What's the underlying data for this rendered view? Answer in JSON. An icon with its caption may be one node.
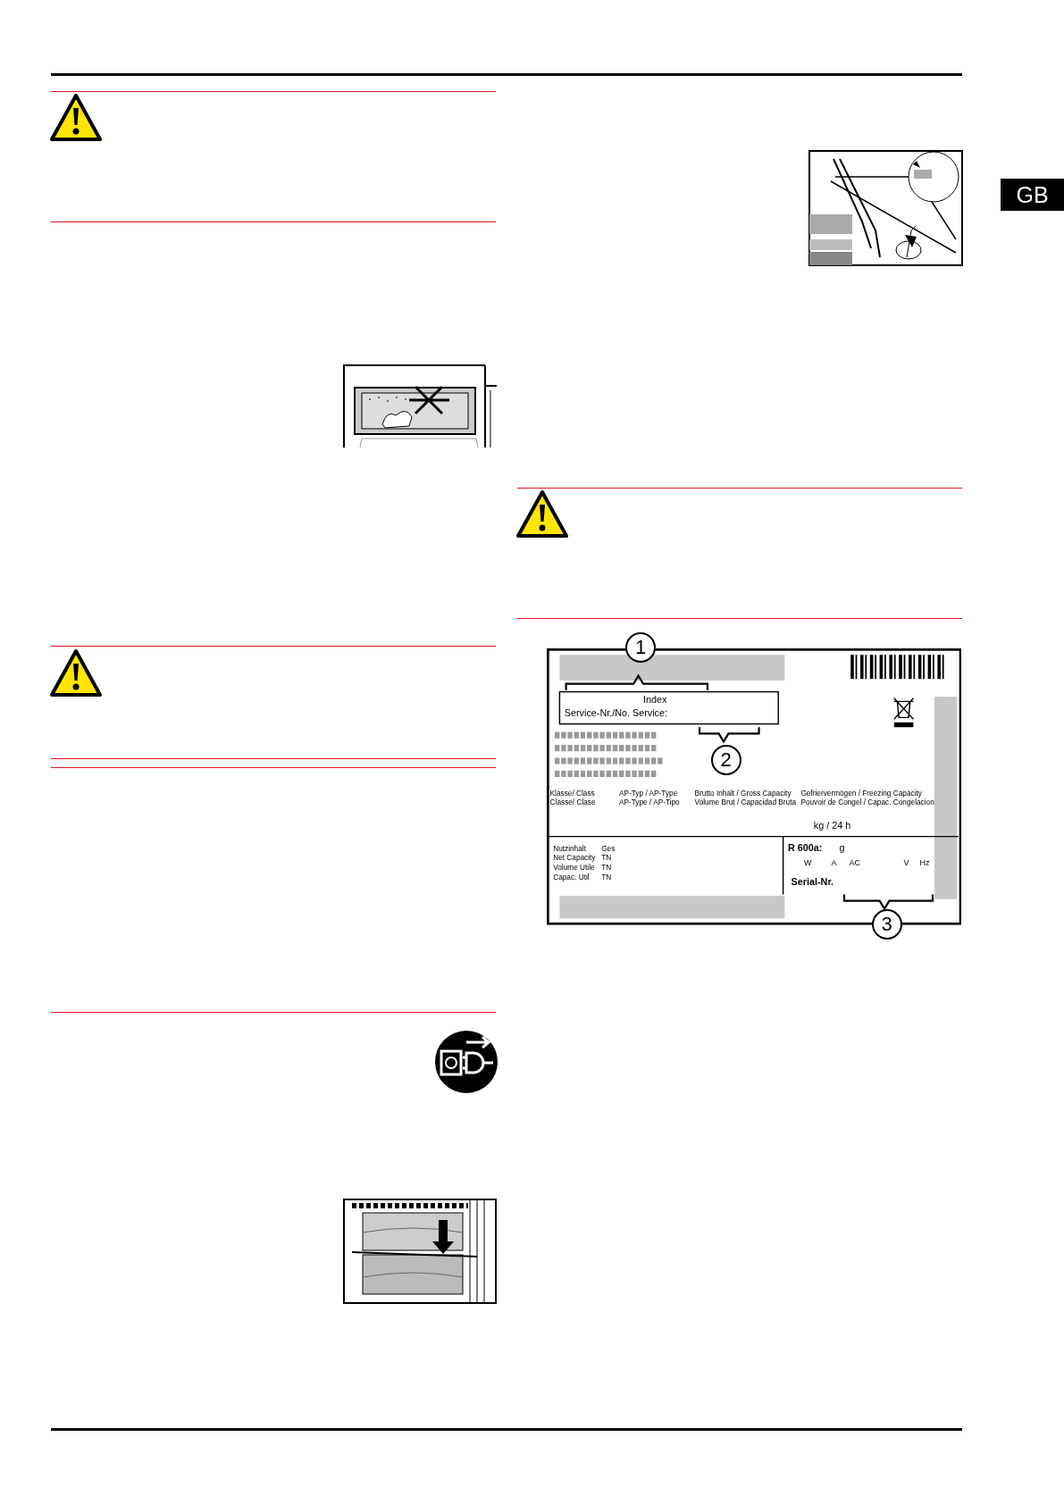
{
  "diagram": {
    "labels": [
      "GB",
      "1",
      "Index",
      "Service-Nr./No. Service:",
      "2",
      "Klasse/ Class Classe/ Clase",
      "AP-Typ / AP-Type AP-Type / AP-Tipo",
      "Brutto Inhalt / Gross Capacity Volume Brut / Capacidad Bruta",
      "Gefriervermögen / Freezing Capacity Pouvoir de Congel / Capac. Congelacion",
      "kg / 24 h",
      "Nutzinhalt",
      "Ges",
      "Net Capacity",
      "TN",
      "Volume Utile",
      "TN",
      "Capac. Util",
      "TN",
      "R 600a:",
      "g",
      "W",
      "A",
      "AC",
      "V",
      "Hz",
      "Serial-Nr.",
      "3"
    ]
  }
}
